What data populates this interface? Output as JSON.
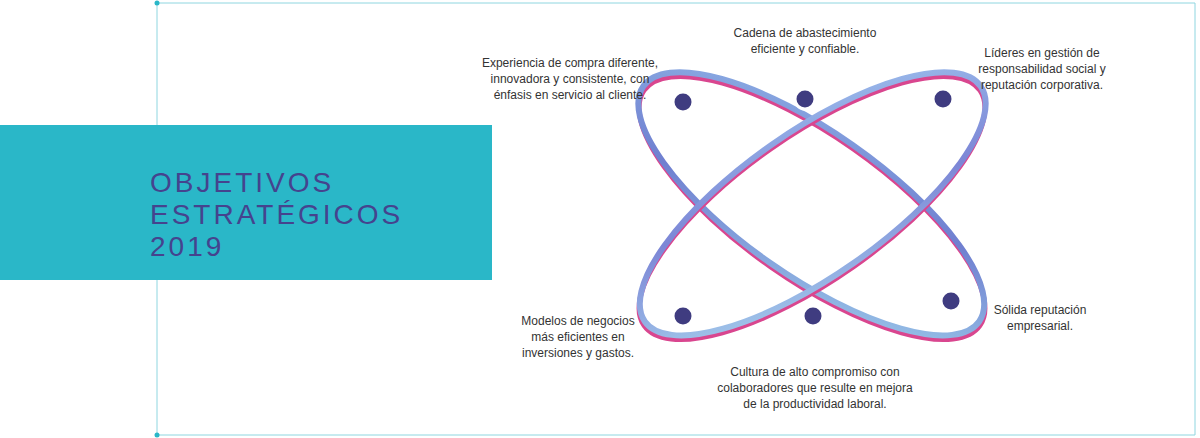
{
  "diagram": {
    "title": "OBJETIVOS ESTRATÉGICOS 2019",
    "labels": [
      "Experiencia de compra diferente, innovadora y consistente, con énfasis en servicio al cliente.",
      "Cadena de abastecimiento eficiente y confiable.",
      "Líderes en gestión de responsabilidad social y reputación corporativa.",
      "Modelos de negocios más eficientes en inversiones y gastos.",
      "Cultura de alto compromiso con colaboradores que resulte en mejora de la productividad laboral.",
      "Sólida reputación empresarial."
    ]
  }
}
